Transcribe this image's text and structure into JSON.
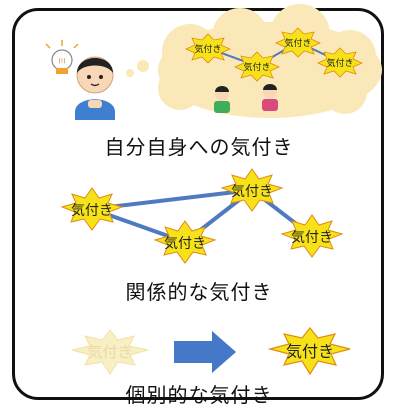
{
  "panel1": {
    "bubble_labels": [
      "気付き",
      "気付き",
      "気付き",
      "気付き"
    ],
    "thought_icon_text": "(!)",
    "caption": "自分自身への気付き"
  },
  "panel2": {
    "burst_labels": [
      "気付き",
      "気付き",
      "気付き",
      "気付き"
    ],
    "caption": "関係的な気付き"
  },
  "panel3": {
    "faded_label": "気付き",
    "bright_label": "気付き",
    "caption": "個別的な気付き"
  },
  "colors": {
    "burst_fill": "#f7e21a",
    "burst_stroke": "#e08a12",
    "connector": "#4f7ac0",
    "arrow": "#4678c8",
    "cloud": "#fbe8b8",
    "faded_burst": "#f8efc4"
  }
}
